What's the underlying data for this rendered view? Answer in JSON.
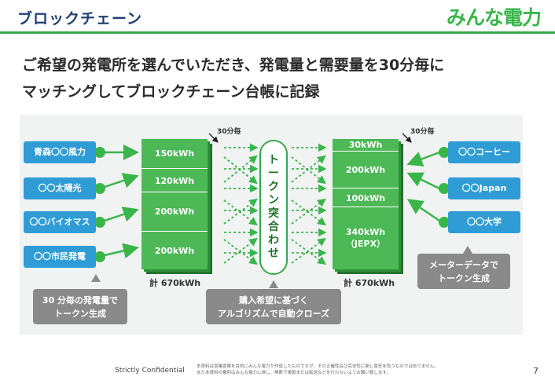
{
  "header": {
    "title": "ブロックチェーン",
    "logo": "みんな電力"
  },
  "headline": {
    "line1": "ご希望の発電所を選んでいただき、発電量と需要量を30分毎に",
    "line2": "マッチングしてブロックチェーン台帳に記録"
  },
  "diagram": {
    "producers": [
      "青森〇〇風力",
      "〇〇太陽光",
      "〇〇バイオマス",
      "〇〇市民発電"
    ],
    "consumers": [
      "〇〇コーヒー",
      "〇〇Japan",
      "〇〇大学"
    ],
    "supply_stack": {
      "interval_label": "30分毎",
      "segments": [
        {
          "label": "150kWh",
          "value": 150
        },
        {
          "label": "120kWh",
          "value": 120
        },
        {
          "label": "200kWh",
          "value": 200
        },
        {
          "label": "200kWh",
          "value": 200
        }
      ],
      "total": "計 670kWh"
    },
    "demand_stack": {
      "interval_label": "30分毎",
      "segments": [
        {
          "label": "30kWh",
          "value": 30
        },
        {
          "label": "200kWh",
          "value": 200
        },
        {
          "label": "100kWh",
          "value": 100
        },
        {
          "label": "340kWh",
          "sublabel": "（JEPX）",
          "value": 340
        }
      ],
      "total": "計 670kWh"
    },
    "matching_pill": [
      "ト",
      "ー",
      "ク",
      "ン",
      "突",
      "合",
      "わ",
      "せ"
    ],
    "notes": {
      "left": {
        "line1": "30 分毎の発電量で",
        "line2": "トークン生成"
      },
      "center": {
        "line1": "購入希望に基づく",
        "line2": "アルゴリズムで自動クローズ"
      },
      "right": {
        "line1": "メーターデータで",
        "line2": "トークン生成"
      }
    }
  },
  "footer": {
    "confidential": "Strictly Confidential",
    "legal_line1": "本資料は営業提案を目的にみんな電力が作成したものですが、その正確性及び完全性に関し責任を負うものではありません。",
    "legal_line2": "また本資料の権利はみんな電力に帰し、無断で複製または転送などを行わないようお願い致します。",
    "page_number": "7"
  },
  "colors": {
    "title_navy": "#1f3f73",
    "brand_green": "#39b54a",
    "producer_blue": "#2f9cd6",
    "note_gray": "#8a8a8a",
    "panel_gray": "#f1f2f2"
  }
}
